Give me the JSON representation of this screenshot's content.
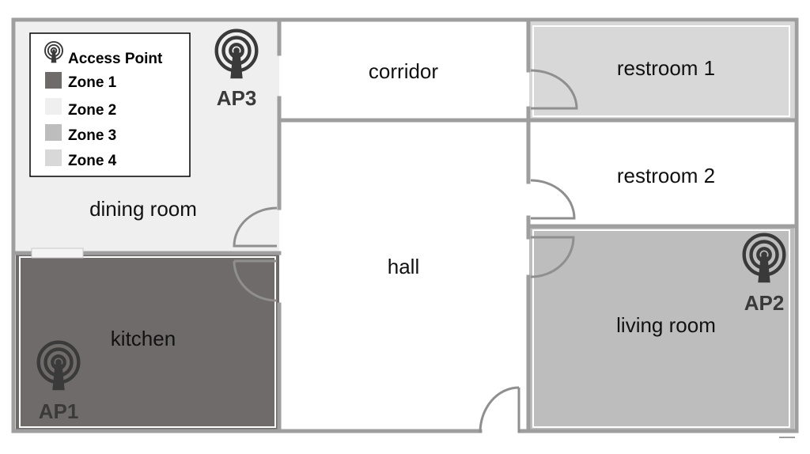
{
  "legend": {
    "access_point_label": "Access Point",
    "zones": [
      {
        "label": "Zone 1",
        "color": "#6f6b6a"
      },
      {
        "label": "Zone 2",
        "color": "#efefef"
      },
      {
        "label": "Zone 3",
        "color": "#bdbdbd"
      },
      {
        "label": "Zone 4",
        "color": "#d8d8d8"
      }
    ]
  },
  "rooms": {
    "corridor": "corridor",
    "restroom1": "restroom 1",
    "restroom2": "restroom 2",
    "dining_room": "dining room",
    "hall": "hall",
    "living_room": "living room",
    "kitchen": "kitchen"
  },
  "access_points": {
    "ap1": "AP1",
    "ap2": "AP2",
    "ap3": "AP3"
  },
  "colors": {
    "wall": "#9e9e9e",
    "zone1": "#6f6b6a",
    "zone2": "#efefef",
    "zone3": "#bdbdbd",
    "zone4": "#d8d8d8",
    "icon": "#3a3a3a"
  }
}
